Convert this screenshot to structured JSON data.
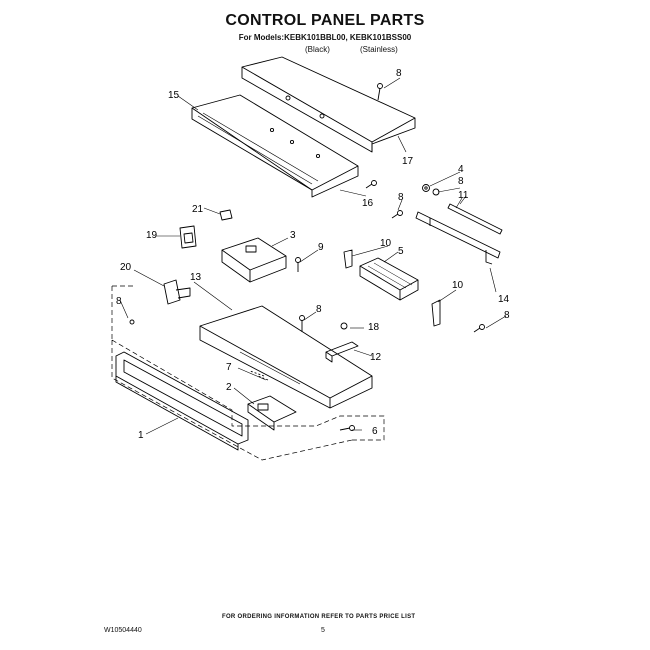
{
  "header": {
    "title": "CONTROL PANEL PARTS",
    "models": "For Models:KEBK101BBL00, KEBK101BSS00",
    "variant_black": "(Black)",
    "variant_stainless": "(Stainless)"
  },
  "callouts": {
    "c1": "1",
    "c2": "2",
    "c3": "3",
    "c4": "4",
    "c5": "5",
    "c6": "6",
    "c7": "7",
    "c8a": "8",
    "c8b": "8",
    "c8c": "8",
    "c8d": "8",
    "c8e": "8",
    "c8f": "8",
    "c9": "9",
    "c10a": "10",
    "c10b": "10",
    "c11": "11",
    "c12": "12",
    "c13": "13",
    "c14": "14",
    "c15": "15",
    "c16": "16",
    "c17": "17",
    "c18": "18",
    "c19": "19",
    "c20": "20",
    "c21": "21"
  },
  "footer": {
    "note": "FOR ORDERING INFORMATION REFER TO PARTS PRICE LIST",
    "doc_number": "W10504440",
    "page_number": "5"
  }
}
